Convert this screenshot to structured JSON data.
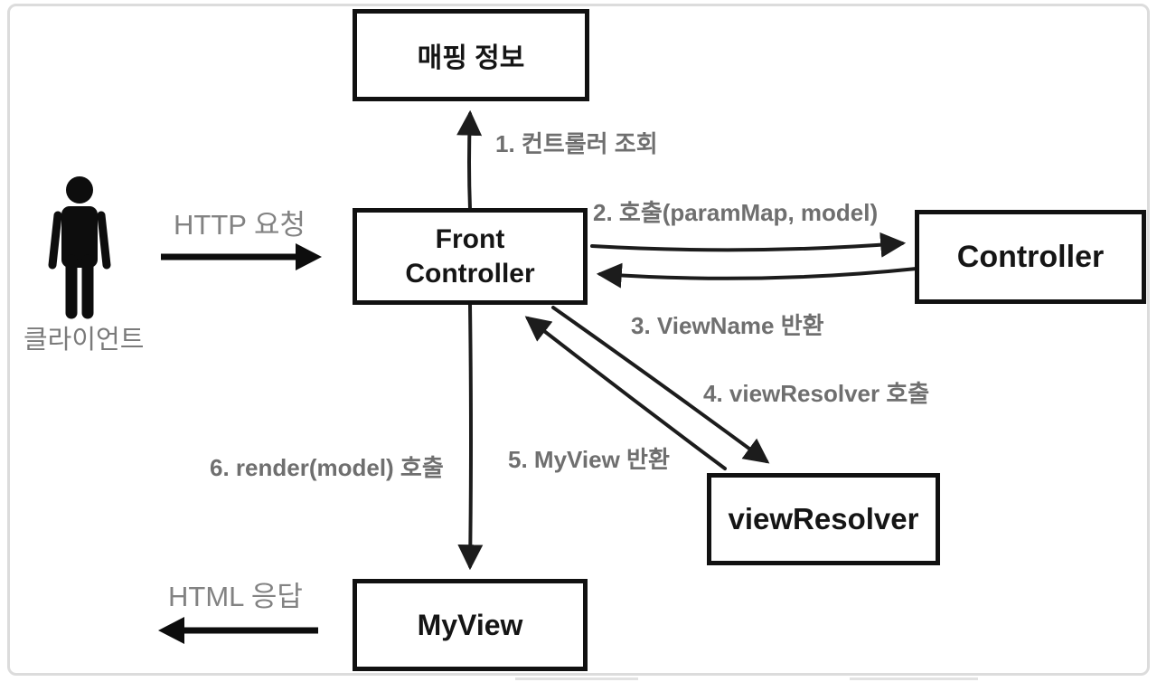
{
  "diagram": {
    "boxes": {
      "mapping_info": {
        "label": "매핑 정보"
      },
      "front_controller": {
        "line1": "Front",
        "line2": "Controller"
      },
      "controller": {
        "label": "Controller"
      },
      "view_resolver": {
        "label": "viewResolver"
      },
      "my_view": {
        "label": "MyView"
      }
    },
    "client": {
      "label": "클라이언트",
      "icon": "person-icon"
    },
    "steps": {
      "s1": "1. 컨트롤러 조회",
      "s2": "2. 호출(paramMap, model)",
      "s3": "3. ViewName 반환",
      "s4": "4. viewResolver 호출",
      "s5": "5. MyView 반환",
      "s6": "6. render(model) 호출"
    },
    "io": {
      "request": "HTTP 요청",
      "response": "HTML 응답"
    },
    "colors": {
      "box_border": "#111111",
      "arrow": "#1c1c1c",
      "step_label": "#6f6f6f",
      "io_label": "#828282",
      "frame_border": "#dcdcdc"
    }
  }
}
